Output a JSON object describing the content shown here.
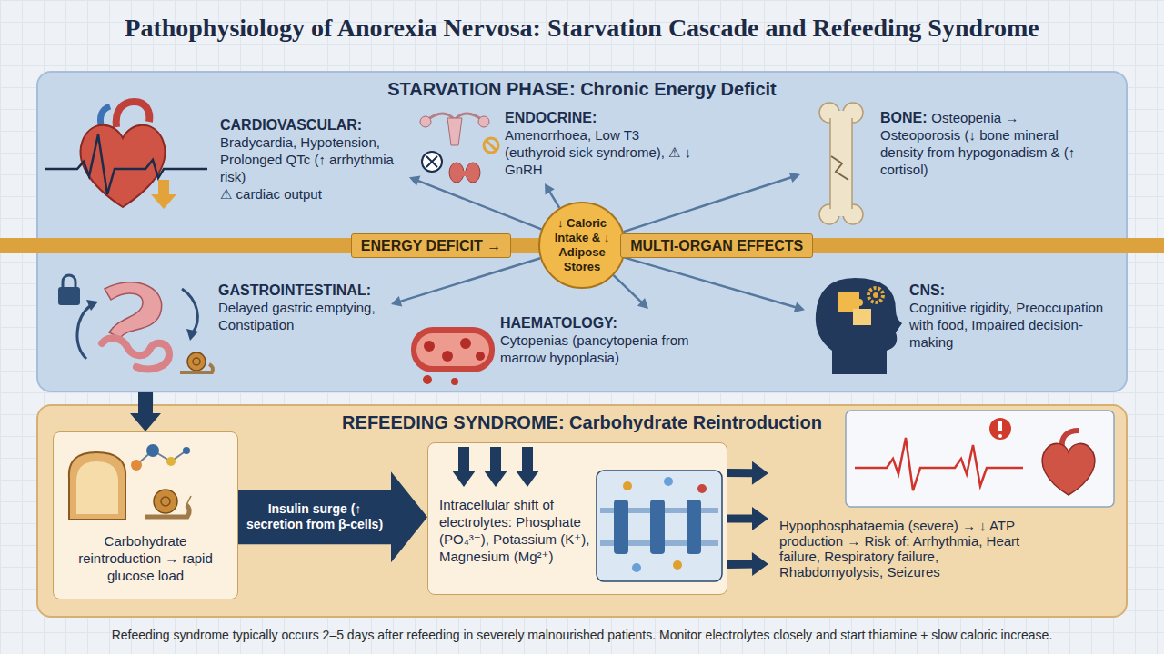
{
  "diagram": {
    "title": "Pathophysiology of Anorexia Nervosa: Starvation Cascade and Refeeding Syndrome",
    "caption": "Refeeding syndrome typically occurs 2–5 days after refeeding in severely malnourished patients. Monitor electrolytes closely and start thiamine + slow caloric increase.",
    "nodes": [
      {
        "text": [
          "STARVATION PHASE: Chronic Energy Deficit"
        ]
      },
      {
        "text": [
          "CARDIOVASCULAR:",
          "Bradycardia, Hypotension, Prolonged QTc (↑ arrhythmia risk)",
          "⚠ cardiac output"
        ],
        "in": 0
      },
      {
        "text": [
          "ENDOCRINE:",
          "Amenorrhoea, Low T3 (euthyroid sick syndrome), ⚠ ↓ GnRH"
        ],
        "in": 0
      },
      {
        "text": [
          "BONE:",
          "Osteopenia → Osteoporosis (↓ bone mineral density from hypogonadism & (↑ cortisol)"
        ],
        "in": 0
      },
      {
        "text": [
          "ENERGY DEFICIT →",
          "MULTI-ORGAN EFFECTS"
        ]
      },
      {
        "text": [
          "↓ Caloric Intake & ↓ Adipose Stores"
        ],
        "in": 4
      },
      {
        "text": [
          "GASTROINTESTINAL:",
          "Delayed gastric emptying, Constipation"
        ],
        "in": 0
      },
      {
        "text": [
          "HAEMATOLOGY:",
          "Cytopenias (pancytopenia from marrow hypoplasia)"
        ],
        "in": 0
      },
      {
        "text": [
          "CNS:",
          "Cognitive rigidity, Preoccupation with food, Impaired decision-making"
        ],
        "in": 0
      },
      {
        "text": [
          "REFEEDING SYNDROME: Carbohydrate Reintroduction"
        ]
      },
      {
        "text": [
          "Carbohydrate reintroduction → rapid glucose load"
        ],
        "in": 9
      },
      {
        "text": [
          "Intracellular shift of electrolytes: Phosphate (PO₄³⁻), Potassium (K⁺), Magnesium (Mg²⁺)"
        ],
        "in": 9
      },
      {
        "text": [
          "Hypophosphataemia (severe) → ↓ ATP production → Risk of: Arrhythmia, Heart failure, Respiratory failure, Rhabdomyolysis, Seizures"
        ],
        "in": 9
      }
    ],
    "edges": [
      {
        "from": 5,
        "to": 1,
        "arrow": "to"
      },
      {
        "from": 5,
        "to": 2,
        "arrow": "to"
      },
      {
        "from": 5,
        "to": 3,
        "arrow": "to"
      },
      {
        "from": 5,
        "to": 6,
        "arrow": "to"
      },
      {
        "from": 5,
        "to": 7,
        "arrow": "to"
      },
      {
        "from": 5,
        "to": 8,
        "arrow": "to"
      },
      {
        "from": 0,
        "to": 10,
        "arrow": "to"
      },
      {
        "from": 10,
        "to": 11,
        "label": "Insulin surge (↑ secretion from β-cells)",
        "arrow": "to"
      },
      {
        "from": 11,
        "to": 12,
        "arrow": "to"
      },
      {
        "from": 11,
        "to": 12,
        "arrow": "to"
      },
      {
        "from": 11,
        "to": 12,
        "arrow": "to"
      }
    ]
  }
}
